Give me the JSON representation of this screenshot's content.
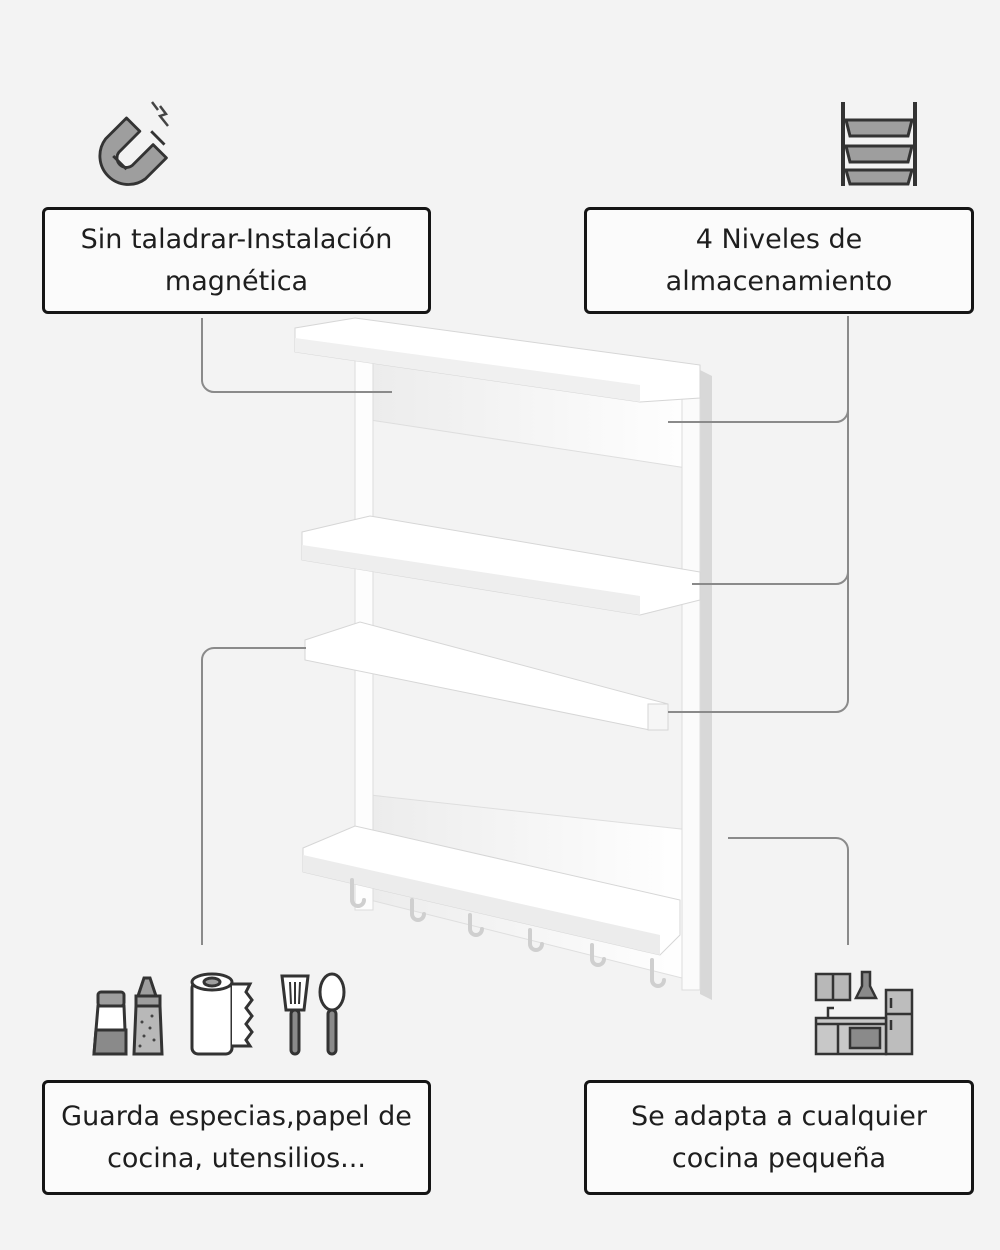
{
  "callouts": {
    "magnetic": {
      "line1": "Sin taladrar-Instalación",
      "line2": "magnética",
      "icon": "magnet-icon"
    },
    "levels": {
      "line1": "4 Niveles de",
      "line2": "almacenamiento",
      "icon": "shelves-icon"
    },
    "storage": {
      "line1": "Guarda especias,papel de",
      "line2": "cocina, utensilios...",
      "icons": [
        "spice-shakers-icon",
        "paper-towel-icon",
        "kitchen-utensils-icon"
      ]
    },
    "fit": {
      "line1": "Se adapta a cualquier",
      "line2": "cocina pequeña",
      "icon": "kitchen-icon"
    }
  },
  "colors": {
    "background": "#f3f3f3",
    "border": "#151515",
    "leader_line": "#8a8a8a",
    "product": "#ffffff"
  }
}
